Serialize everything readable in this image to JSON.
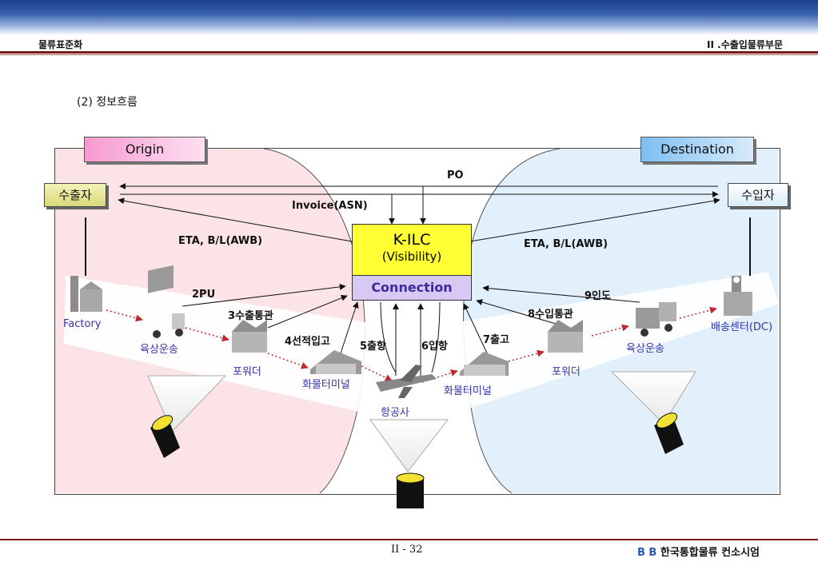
{
  "header": {
    "left_title": "물류표준화",
    "right_title": "II .수출입물류부문"
  },
  "section_title": "(2) 정보흐름",
  "diagram": {
    "origin_label": "Origin",
    "destination_label": "Destination",
    "exporter": "수출자",
    "importer": "수입자",
    "center": {
      "title": "K-ILC",
      "subtitle": "(Visibility)",
      "connection": "Connection"
    },
    "flows": {
      "po": "PO",
      "invoice": "Invoice(ASN)",
      "eta_left": "ETA, B/L(AWB)",
      "eta_right": "ETA, B/L(AWB)",
      "step2": "2PU",
      "step3": "3수출통관",
      "step4": "4선적입고",
      "step5": "5출항",
      "step6": "6입항",
      "step7": "7출고",
      "step8": "8수입통관",
      "step9": "9인도"
    },
    "nodes": {
      "factory": "Factory",
      "trucking_left": "육상운송",
      "forwarder_left": "포워더",
      "terminal_left": "화물터미널",
      "airline": "항공사",
      "terminal_right": "화물터미널",
      "forwarder_right": "포워더",
      "trucking_right": "육상운송",
      "dc": "배송센터(DC)"
    },
    "colors": {
      "origin_fill": "#fce4e6",
      "destination_fill": "#e2f0fb",
      "klic_fill": "#ffff33",
      "connection_fill": "#d8c8f4",
      "flow_red": "#c0282d"
    }
  },
  "footer": {
    "page": "II - 32",
    "company": "한국통합물류 컨소시엄",
    "logo_text": "B B"
  }
}
